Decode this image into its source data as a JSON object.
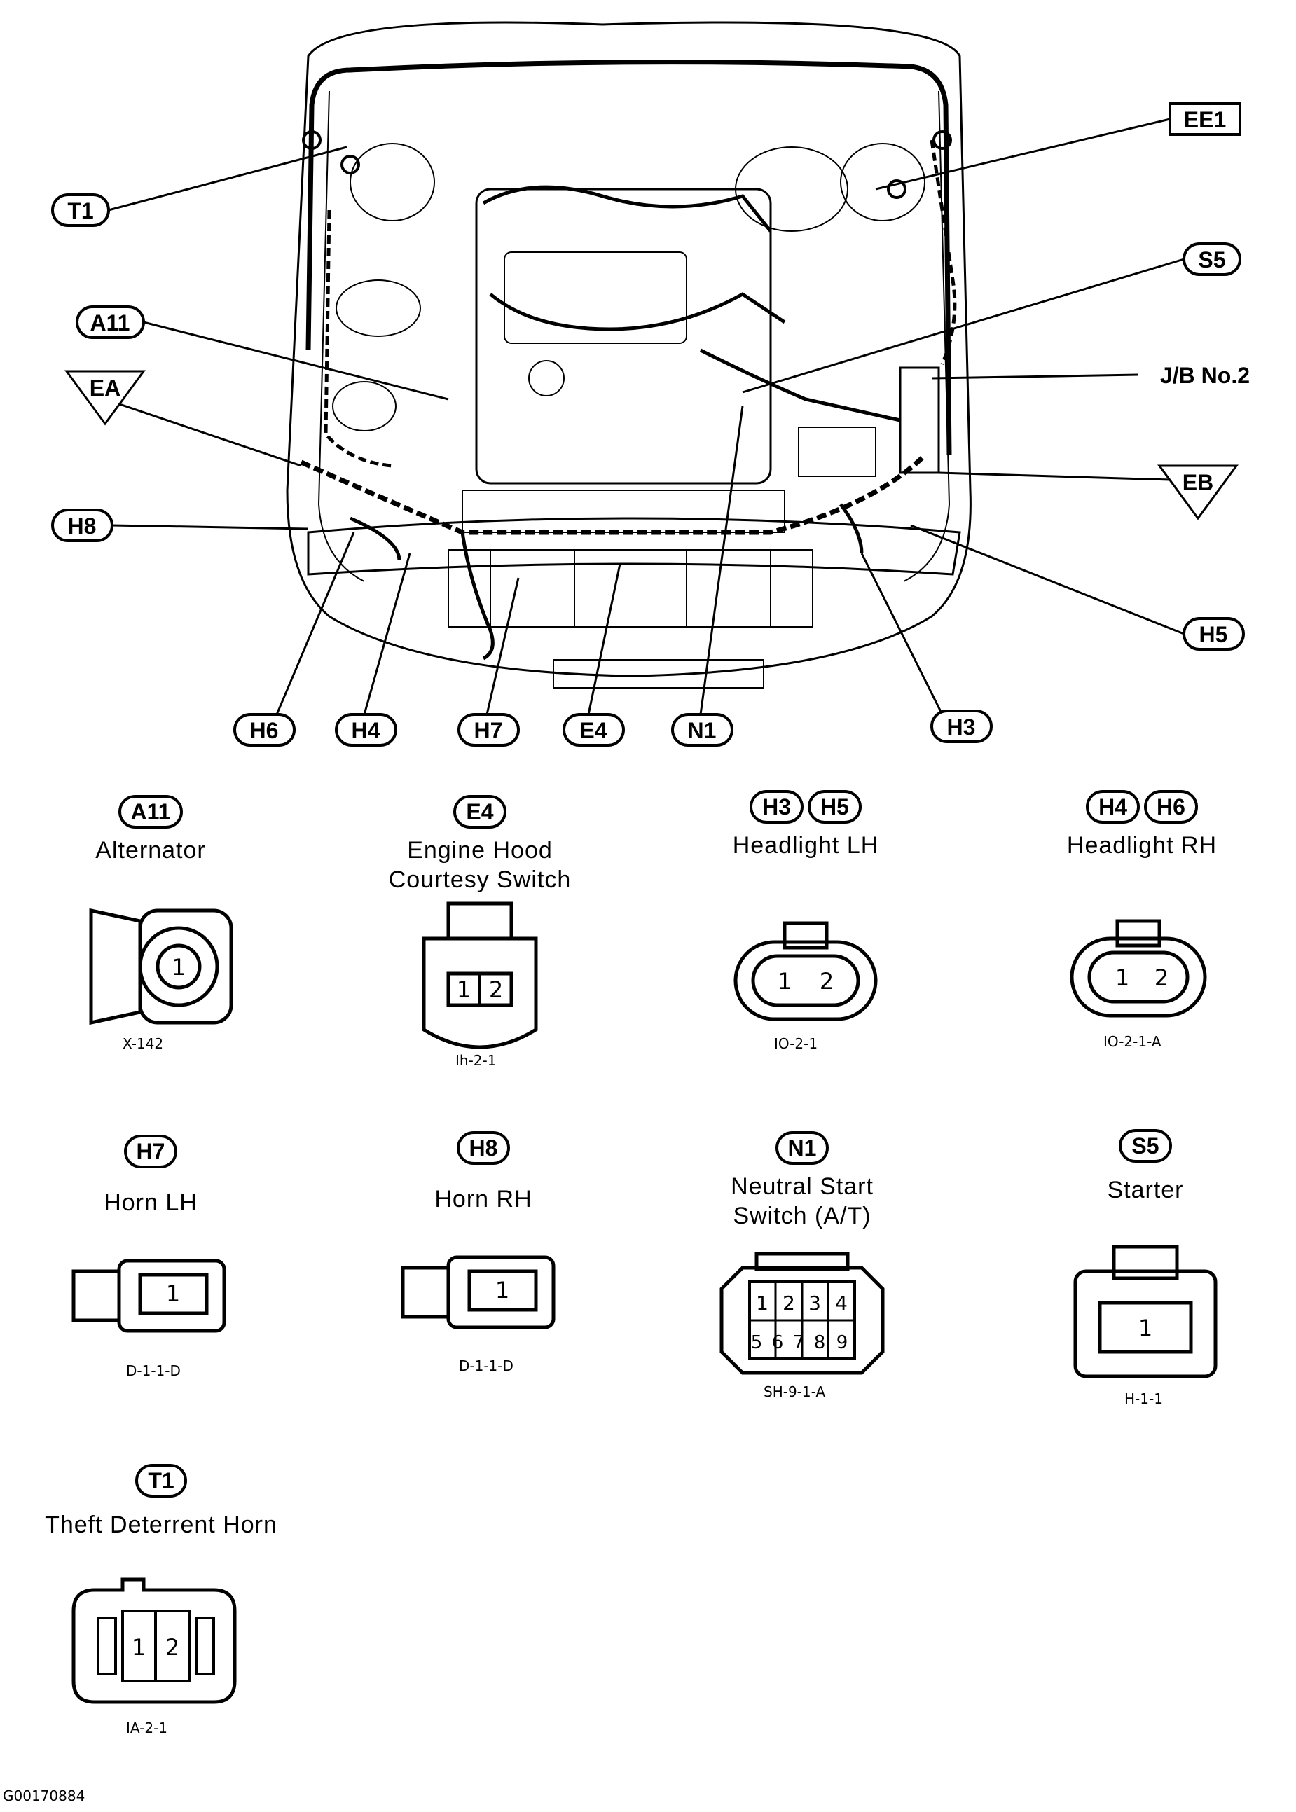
{
  "callouts": {
    "ee1": "EE1",
    "t1": "T1",
    "s5": "S5",
    "a11": "A11",
    "jb2": "J/B No.2",
    "ea": "EA",
    "eb": "EB",
    "h8": "H8",
    "h5": "H5",
    "h6": "H6",
    "h4": "H4",
    "h7": "H7",
    "e4": "E4",
    "n1": "N1",
    "h3": "H3"
  },
  "connectors": [
    {
      "tags": [
        "A11"
      ],
      "name": "Alternator",
      "code": "X-142",
      "pins": [
        "1"
      ]
    },
    {
      "tags": [
        "E4"
      ],
      "name": "Engine Hood Courtesy Switch",
      "code": "Ih-2-1",
      "pins": [
        "1",
        "2"
      ]
    },
    {
      "tags": [
        "H3",
        "H5"
      ],
      "name": "Headlight LH",
      "code": "IO-2-1",
      "pins": [
        "1",
        "2"
      ]
    },
    {
      "tags": [
        "H4",
        "H6"
      ],
      "name": "Headlight RH",
      "code": "IO-2-1-A",
      "pins": [
        "1",
        "2"
      ]
    },
    {
      "tags": [
        "H7"
      ],
      "name": "Horn LH",
      "code": "D-1-1-D",
      "pins": [
        "1"
      ]
    },
    {
      "tags": [
        "H8"
      ],
      "name": "Horn RH",
      "code": "D-1-1-D",
      "pins": [
        "1"
      ]
    },
    {
      "tags": [
        "N1"
      ],
      "name": "Neutral Start Switch (A/T)",
      "code": "SH-9-1-A",
      "pins": [
        "1",
        "2",
        "3",
        "4",
        "5",
        "6",
        "7",
        "8",
        "9"
      ]
    },
    {
      "tags": [
        "S5"
      ],
      "name": "Starter",
      "code": "H-1-1",
      "pins": [
        "1"
      ]
    },
    {
      "tags": [
        "T1"
      ],
      "name": "Theft Deterrent Horn",
      "code": "IA-2-1",
      "pins": [
        "1",
        "2"
      ]
    }
  ],
  "figure_id": "G00170884"
}
